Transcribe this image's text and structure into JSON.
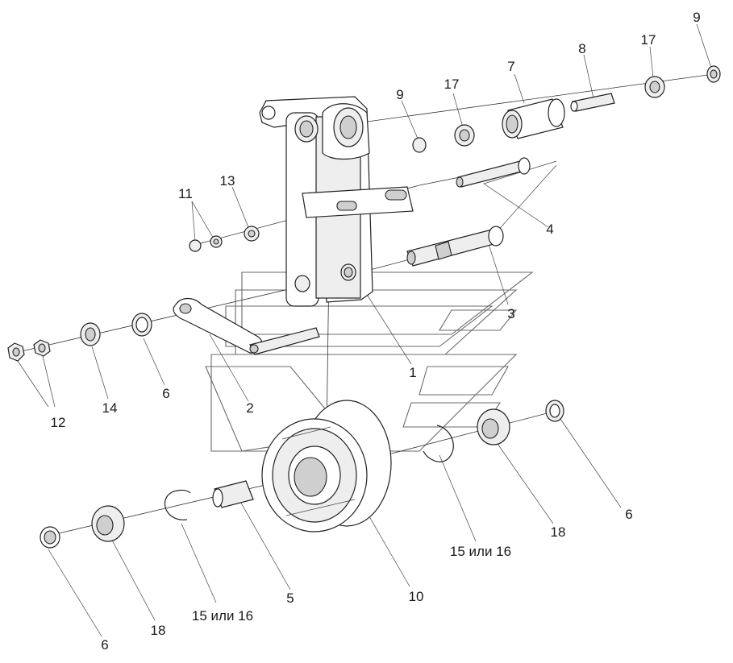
{
  "callouts": {
    "c1": "1",
    "c2": "2",
    "c3": "3",
    "c4": "4",
    "c5": "5",
    "c6a": "6",
    "c6b": "6",
    "c6c": "6",
    "c7": "7",
    "c8": "8",
    "c9a": "9",
    "c9b": "9",
    "c10": "10",
    "c11": "11",
    "c12": "12",
    "c13": "13",
    "c14": "14",
    "c15a": "15 или 16",
    "c15b": "15 или 16",
    "c17a": "17",
    "c17b": "17",
    "c18a": "18",
    "c18b": "18"
  }
}
